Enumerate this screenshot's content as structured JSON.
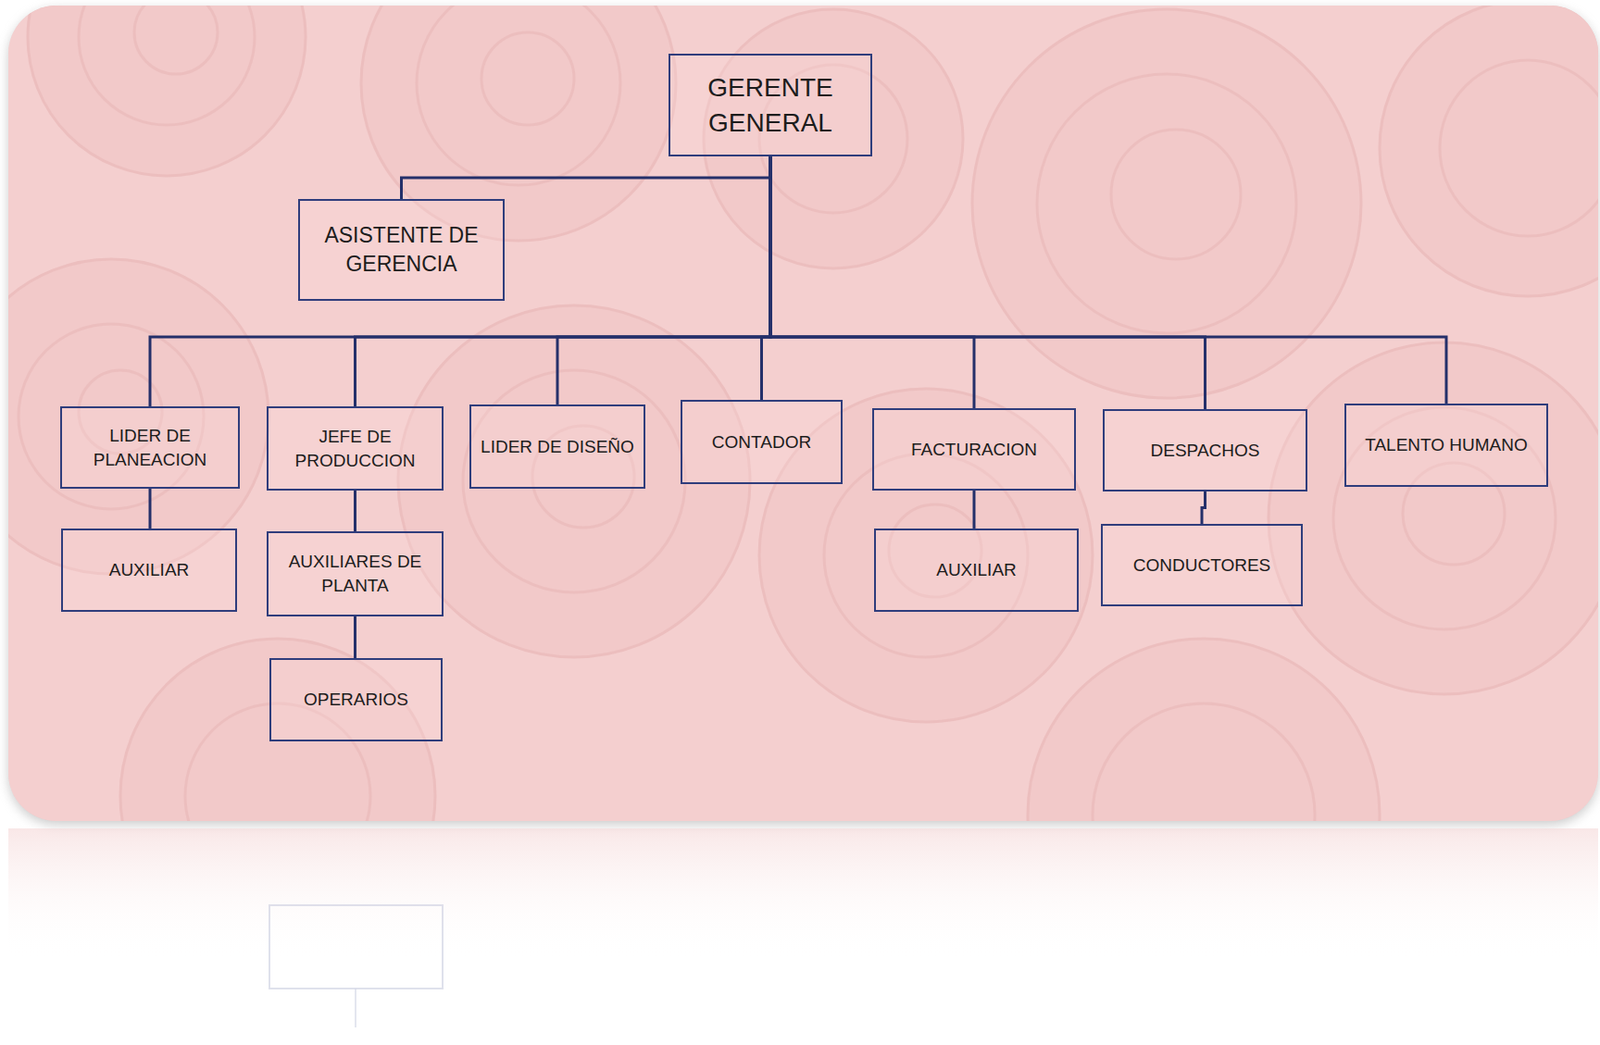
{
  "diagram": {
    "nodes": [
      {
        "text": [
          "GERENTE GENERAL"
        ]
      },
      {
        "text": [
          "ASISTENTE DE GERENCIA"
        ]
      },
      {
        "text": [
          "LIDER DE PLANEACION"
        ]
      },
      {
        "text": [
          "JEFE DE PRODUCCION"
        ]
      },
      {
        "text": [
          "LIDER DE DISEÑO"
        ]
      },
      {
        "text": [
          "CONTADOR"
        ]
      },
      {
        "text": [
          "FACTURACION"
        ]
      },
      {
        "text": [
          "DESPACHOS"
        ]
      },
      {
        "text": [
          "TALENTO HUMANO"
        ]
      },
      {
        "text": [
          "AUXILIAR"
        ]
      },
      {
        "text": [
          "AUXILIARES DE PLANTA"
        ]
      },
      {
        "text": [
          "AUXILIAR"
        ]
      },
      {
        "text": [
          "CONDUCTORES"
        ]
      },
      {
        "text": [
          "OPERARIOS"
        ]
      }
    ],
    "edges": [
      {
        "from": 0,
        "to": 1,
        "arrow": "none"
      },
      {
        "from": 0,
        "to": 2,
        "arrow": "none"
      },
      {
        "from": 0,
        "to": 3,
        "arrow": "none"
      },
      {
        "from": 0,
        "to": 4,
        "arrow": "none"
      },
      {
        "from": 0,
        "to": 5,
        "arrow": "none"
      },
      {
        "from": 0,
        "to": 6,
        "arrow": "none"
      },
      {
        "from": 0,
        "to": 7,
        "arrow": "none"
      },
      {
        "from": 0,
        "to": 8,
        "arrow": "none"
      },
      {
        "from": 2,
        "to": 9,
        "arrow": "none"
      },
      {
        "from": 3,
        "to": 10,
        "arrow": "none"
      },
      {
        "from": 6,
        "to": 11,
        "arrow": "none"
      },
      {
        "from": 7,
        "to": 12,
        "arrow": "none"
      },
      {
        "from": 10,
        "to": 13,
        "arrow": "none"
      }
    ]
  }
}
